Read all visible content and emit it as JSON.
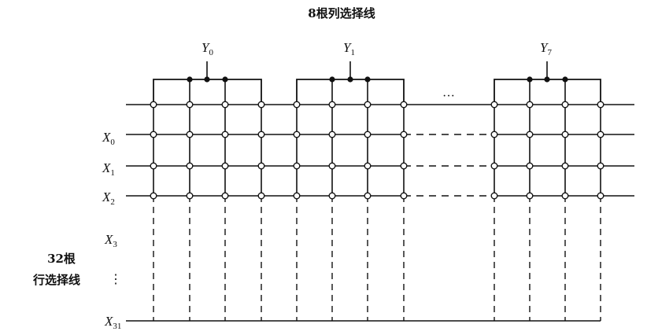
{
  "title": "8根列选择线",
  "row_group_label": [
    "32根",
    "行选择线"
  ],
  "row_labels": [
    {
      "base": "X",
      "sub": "0"
    },
    {
      "base": "X",
      "sub": "1"
    },
    {
      "base": "X",
      "sub": "2"
    },
    {
      "base": "X",
      "sub": "3"
    },
    {
      "base": "X",
      "sub": "31"
    }
  ],
  "column_labels": [
    {
      "base": "Y",
      "sub": "0"
    },
    {
      "base": "Y",
      "sub": "1"
    },
    {
      "base": "Y",
      "sub": "7"
    }
  ],
  "row_ellipsis": "⋮",
  "column_ellipsis": "···"
}
